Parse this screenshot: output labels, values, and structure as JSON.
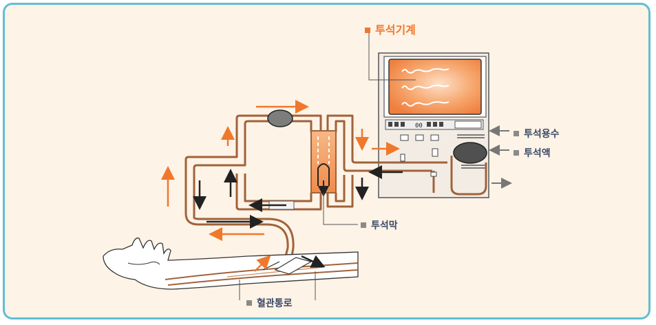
{
  "labels": {
    "machine": "투석기계",
    "dialysate_fluid": "투석용수",
    "dialysate": "투석액",
    "membrane": "투석막",
    "vascular_access": "혈관통로"
  },
  "monitor_readout": "00",
  "colors": {
    "frame_border": "#5fbfd3",
    "background": "#fdf3e6",
    "tube": "#a0623a",
    "arrow_orange": "#f0782c",
    "arrow_dark": "#222222",
    "label_text": "#3b4a68",
    "title_text": "#f0782c",
    "screen": "#f59a5c"
  }
}
